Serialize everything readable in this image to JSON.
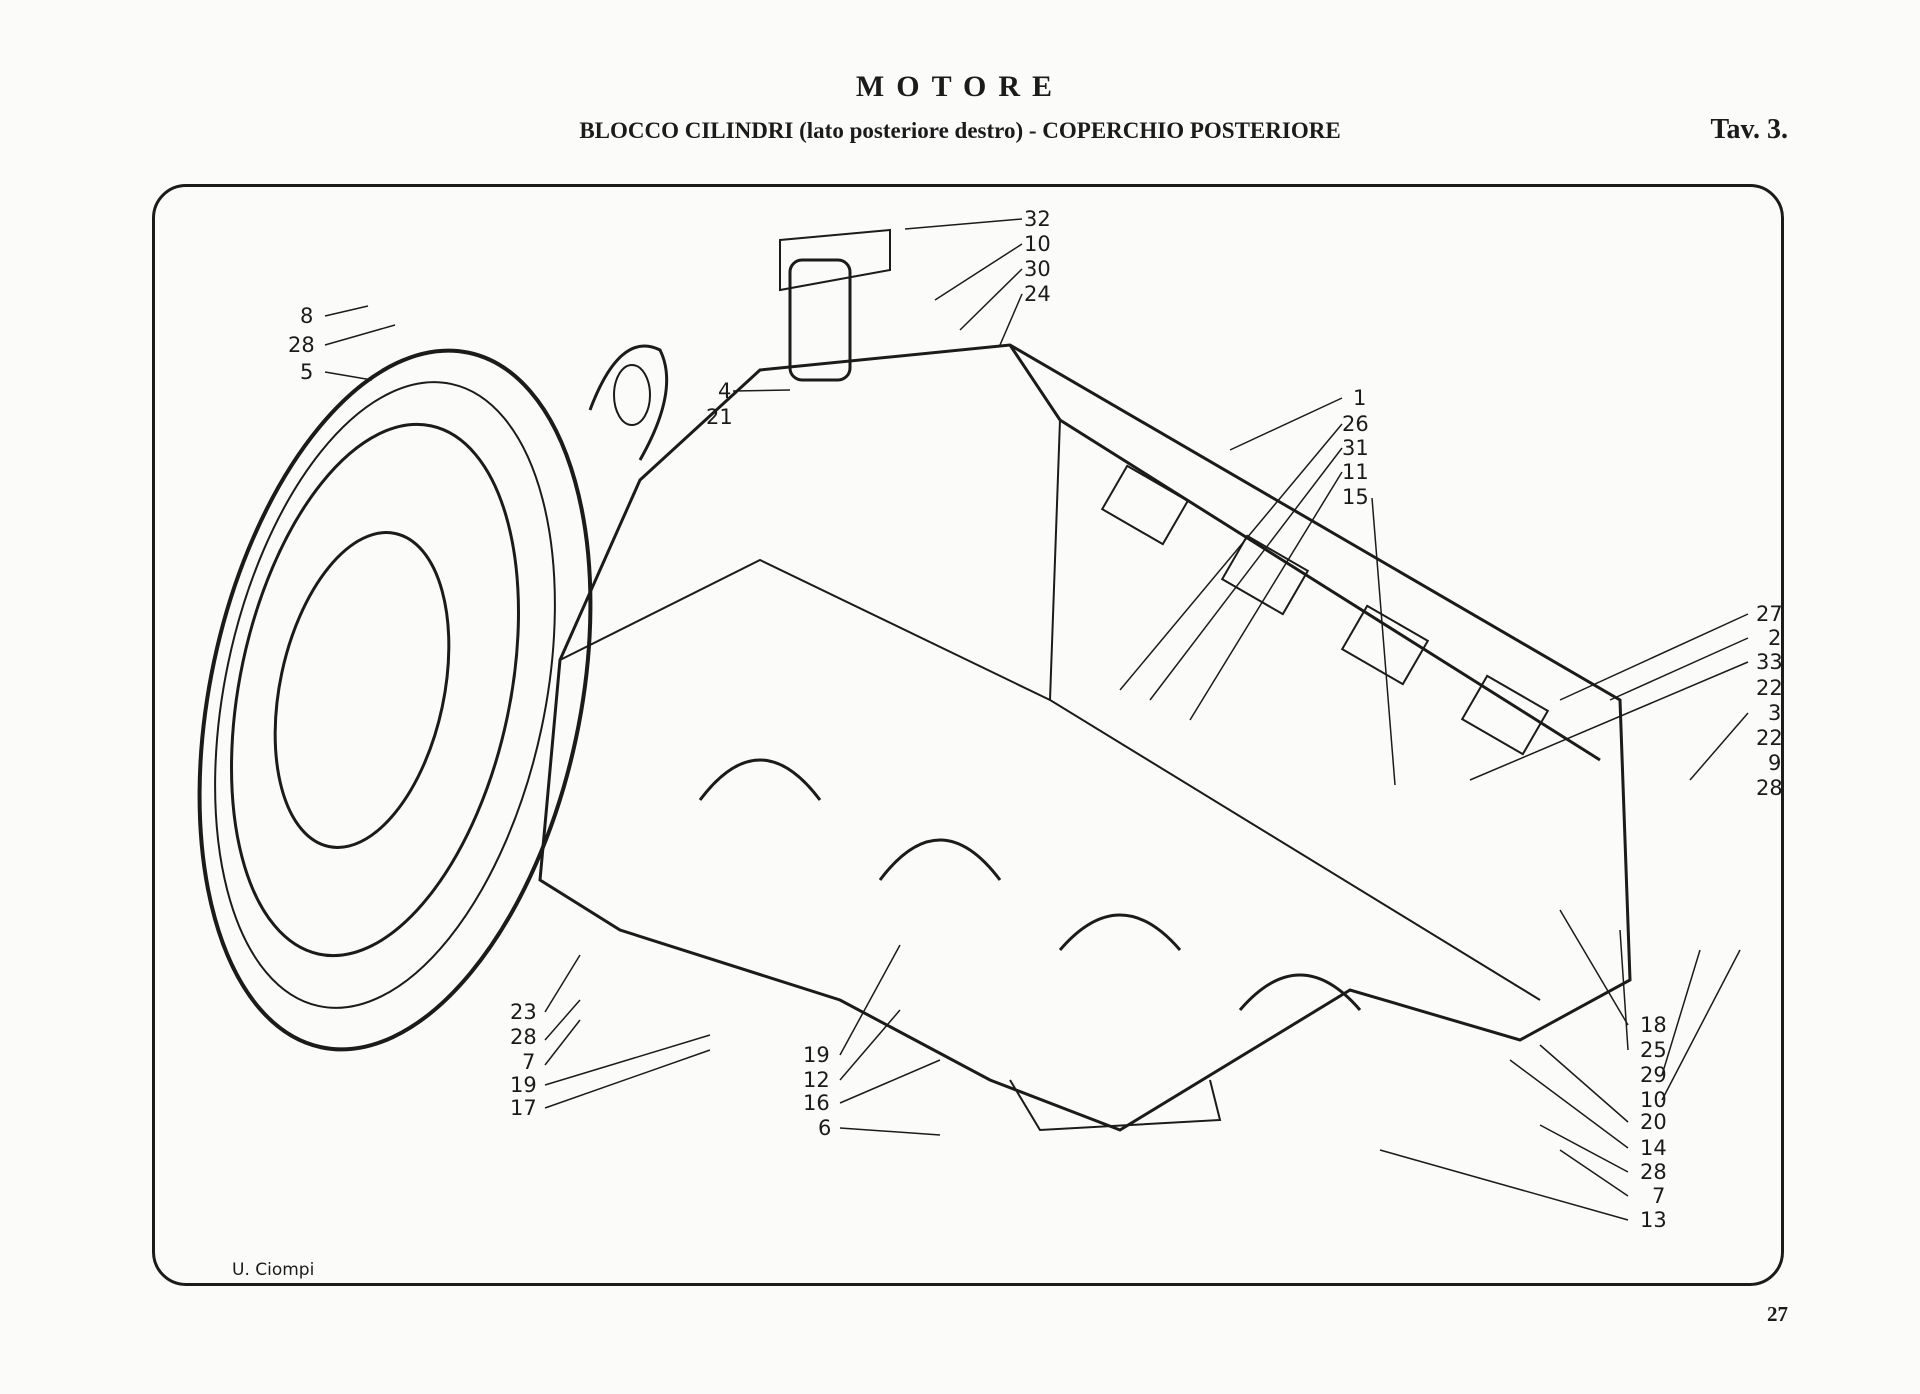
{
  "header": {
    "title": "MOTORE",
    "subtitle": "BLOCCO CILINDRI (lato posteriore destro) - COPERCHIO POSTERIORE",
    "plate": "Tav. 3."
  },
  "footer": {
    "signature": "U. Ciompi",
    "page_number": "27"
  },
  "callouts": {
    "top_right_of_cover": [
      "32",
      "10",
      "30",
      "24"
    ],
    "top_left": [
      "8",
      "28",
      "5"
    ],
    "stud_area": [
      "4",
      "21"
    ],
    "block_top": [
      "1",
      "26",
      "31",
      "11",
      "15"
    ],
    "right_side": [
      "27",
      "2",
      "33",
      "22",
      "3",
      "22",
      "9",
      "28"
    ],
    "lower_left": [
      "23",
      "28",
      "7",
      "19",
      "17"
    ],
    "lower_middle": [
      "19",
      "12",
      "16",
      "6"
    ],
    "lower_right": [
      "18",
      "25",
      "29",
      "10",
      "20",
      "14",
      "28",
      "7",
      "13"
    ]
  },
  "icons": {
    "cover_plate": "flywheel-cover-icon",
    "cylinder_block": "cylinder-block-icon"
  }
}
